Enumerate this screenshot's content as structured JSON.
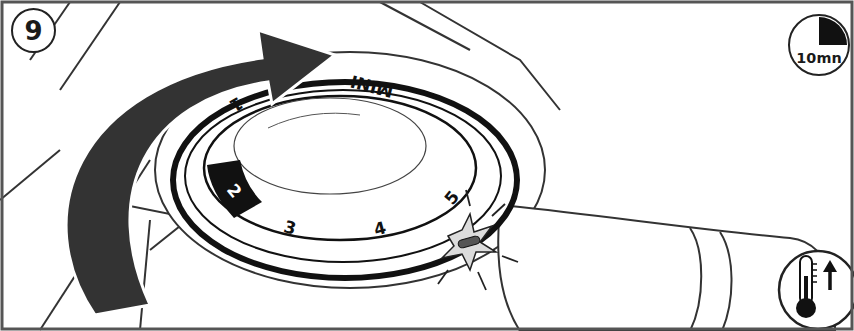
{
  "diagram": {
    "nodes": [
      {
        "text": [
          "9"
        ]
      },
      {
        "text": [
          "10mn"
        ]
      }
    ],
    "labels": [
      "MINI",
      "1",
      "2",
      "3",
      "4",
      "5"
    ]
  }
}
